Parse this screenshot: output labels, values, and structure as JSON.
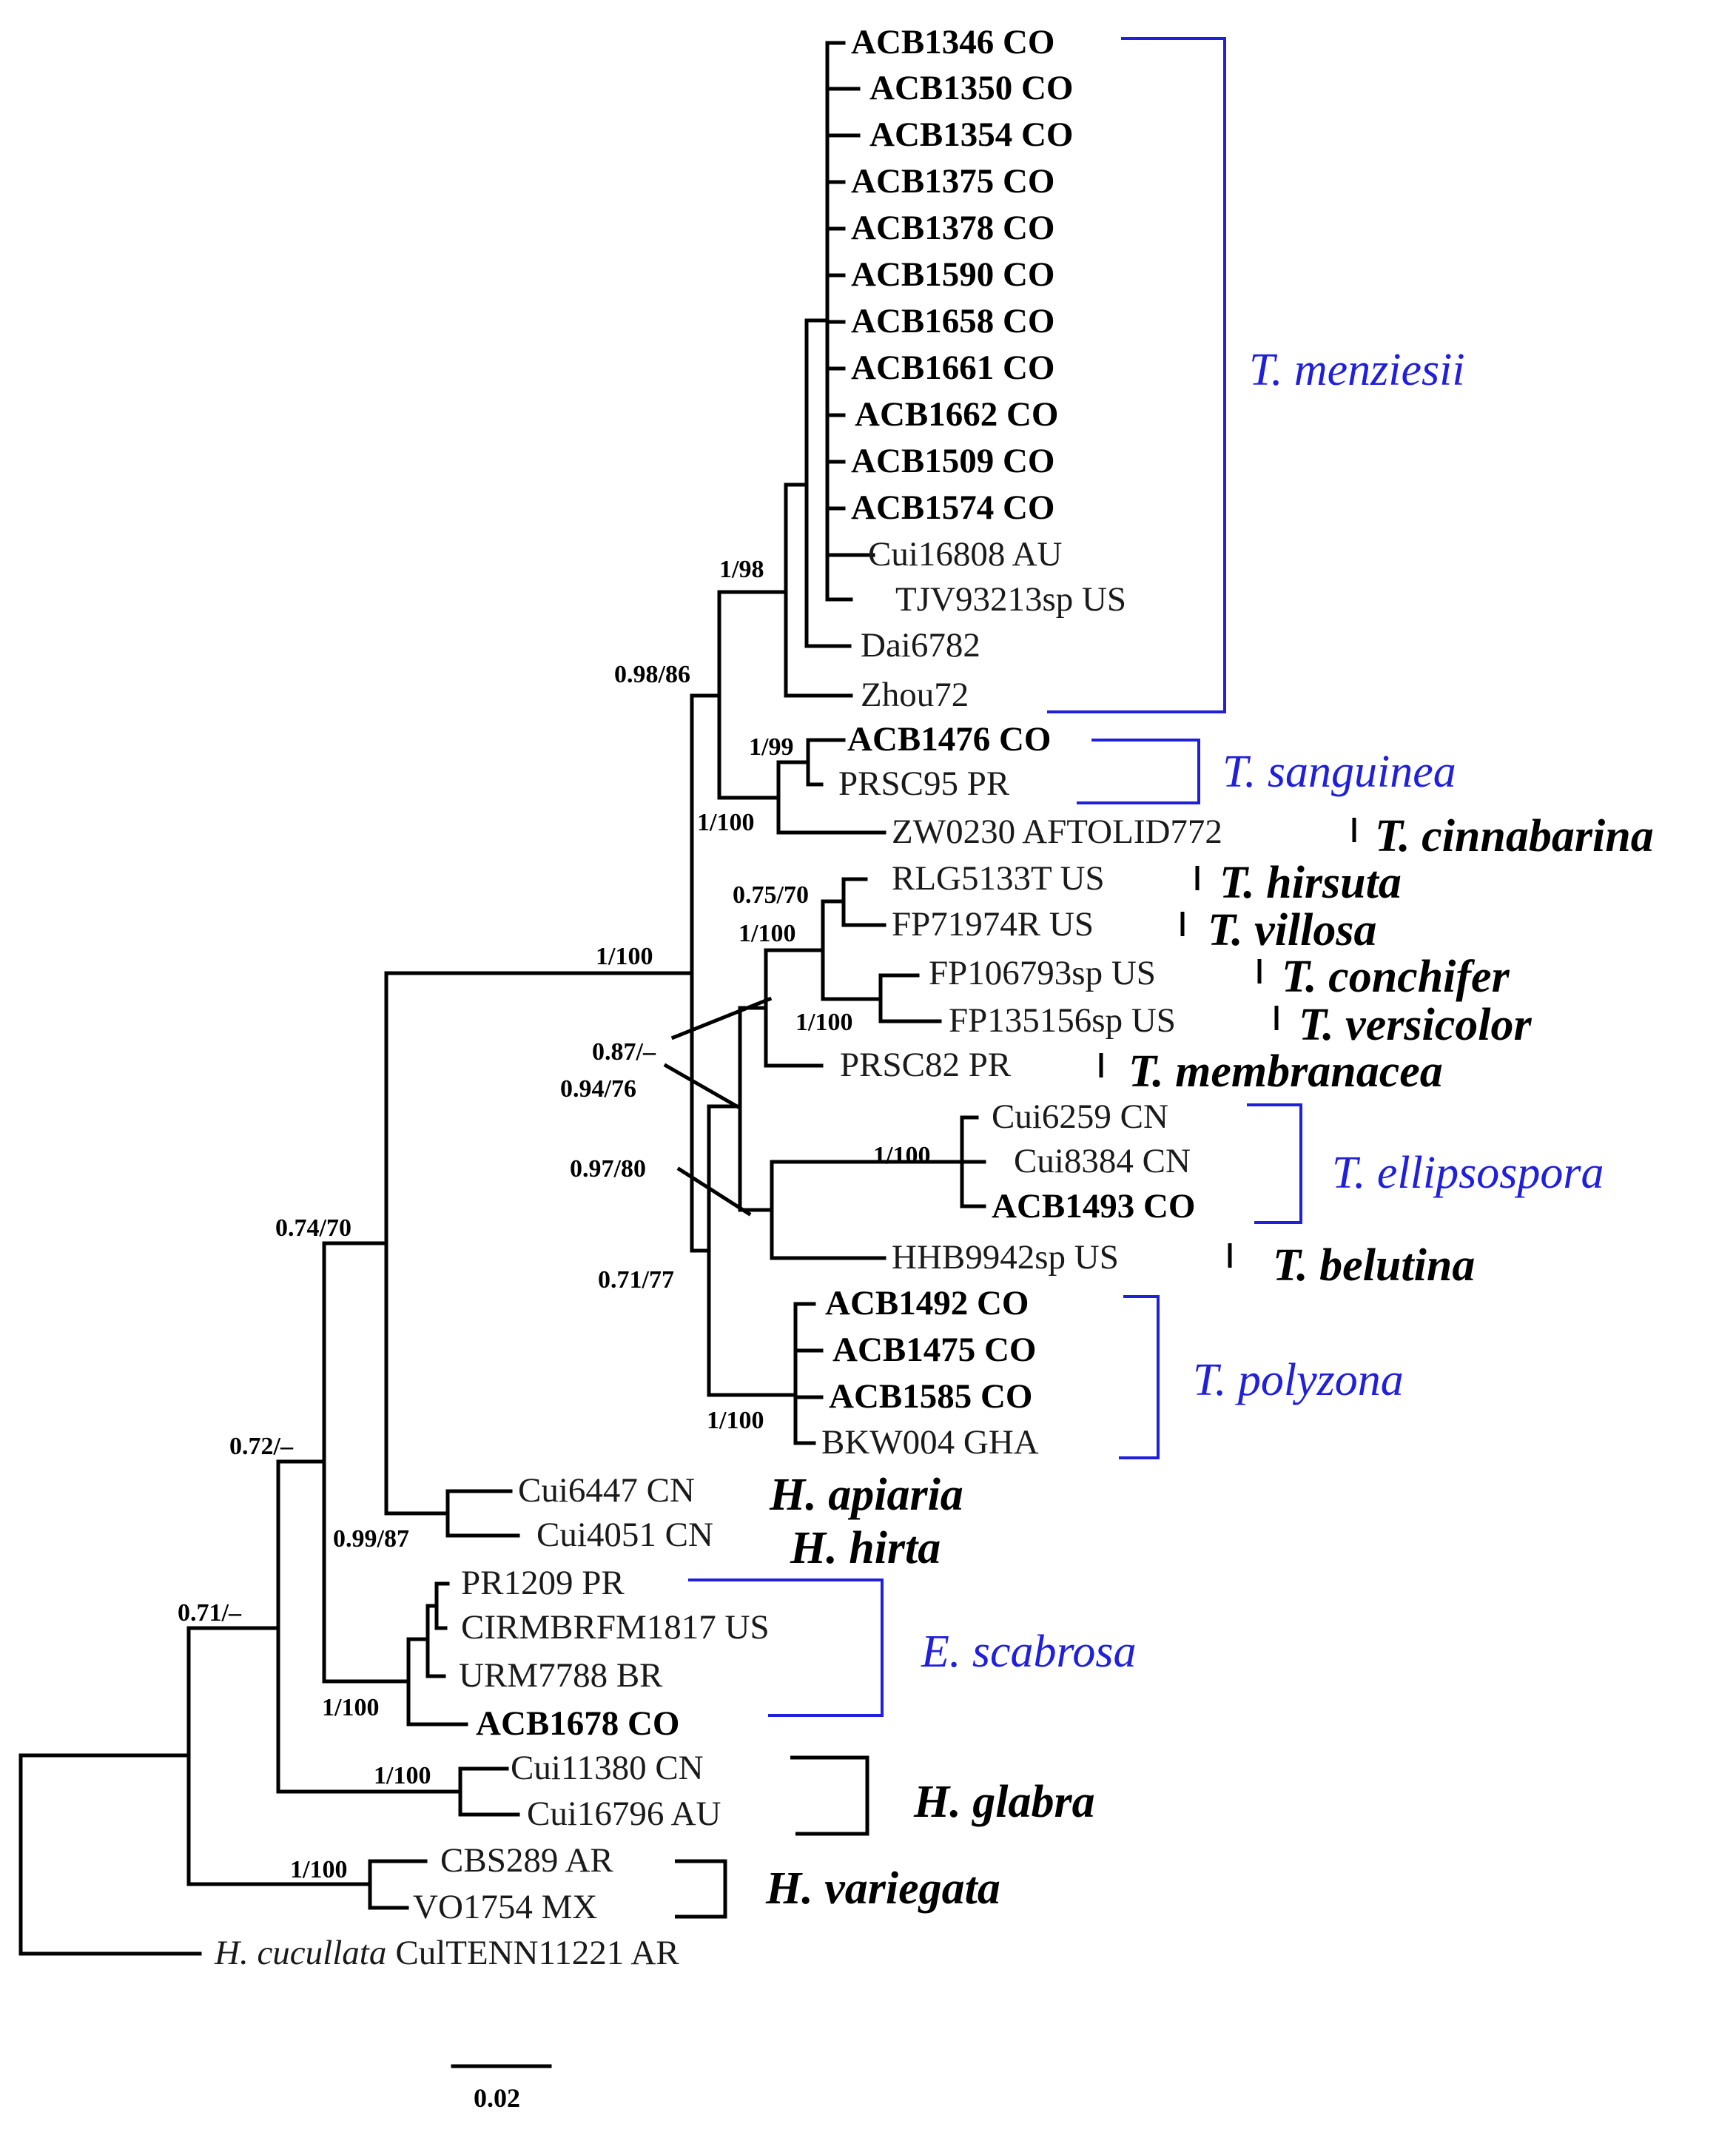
{
  "tips": [
    {
      "id": "t1",
      "text": "ACB1346 CO",
      "bold": true
    },
    {
      "id": "t2",
      "text": "ACB1350 CO",
      "bold": true
    },
    {
      "id": "t3",
      "text": "ACB1354 CO",
      "bold": true
    },
    {
      "id": "t4",
      "text": "ACB1375 CO",
      "bold": true
    },
    {
      "id": "t5",
      "text": "ACB1378 CO",
      "bold": true
    },
    {
      "id": "t6",
      "text": "ACB1590 CO",
      "bold": true
    },
    {
      "id": "t7",
      "text": "ACB1658 CO",
      "bold": true
    },
    {
      "id": "t8",
      "text": "ACB1661 CO",
      "bold": true
    },
    {
      "id": "t9",
      "text": "ACB1662 CO",
      "bold": true
    },
    {
      "id": "t10",
      "text": "ACB1509 CO",
      "bold": true
    },
    {
      "id": "t11",
      "text": "ACB1574 CO",
      "bold": true
    },
    {
      "id": "t12",
      "text": "Cui16808 AU",
      "bold": false
    },
    {
      "id": "t13",
      "text": "TJV93213sp US",
      "bold": false
    },
    {
      "id": "t14",
      "text": "Dai6782",
      "bold": false
    },
    {
      "id": "t15",
      "text": "Zhou72",
      "bold": false
    },
    {
      "id": "t16",
      "text": "ACB1476 CO",
      "bold": true
    },
    {
      "id": "t17",
      "text": "PRSC95 PR",
      "bold": false
    },
    {
      "id": "t18",
      "text": "ZW0230 AFTOLID772",
      "bold": false
    },
    {
      "id": "t19",
      "text": "RLG5133T US",
      "bold": false
    },
    {
      "id": "t20",
      "text": "FP71974R US",
      "bold": false
    },
    {
      "id": "t21",
      "text": "FP106793sp US",
      "bold": false
    },
    {
      "id": "t22",
      "text": "FP135156sp US",
      "bold": false
    },
    {
      "id": "t23",
      "text": "PRSC82 PR",
      "bold": false
    },
    {
      "id": "t24",
      "text": "Cui6259 CN",
      "bold": false
    },
    {
      "id": "t25",
      "text": "Cui8384 CN",
      "bold": false
    },
    {
      "id": "t26",
      "text": "ACB1493 CO",
      "bold": true
    },
    {
      "id": "t27",
      "text": "HHB9942sp US",
      "bold": false
    },
    {
      "id": "t28",
      "text": "ACB1492 CO",
      "bold": true
    },
    {
      "id": "t29",
      "text": "ACB1475 CO",
      "bold": true
    },
    {
      "id": "t30",
      "text": "ACB1585 CO",
      "bold": true
    },
    {
      "id": "t31",
      "text": "BKW004 GHA",
      "bold": false
    },
    {
      "id": "t32",
      "text": "Cui6447 CN",
      "bold": false
    },
    {
      "id": "t33",
      "text": "Cui4051 CN",
      "bold": false
    },
    {
      "id": "t34",
      "text": "PR1209 PR",
      "bold": false
    },
    {
      "id": "t35",
      "text": "CIRMBRFM1817 US",
      "bold": false
    },
    {
      "id": "t36",
      "text": "URM7788 BR",
      "bold": false
    },
    {
      "id": "t37",
      "text": "ACB1678 CO",
      "bold": true
    },
    {
      "id": "t38",
      "text": "Cui11380 CN",
      "bold": false
    },
    {
      "id": "t39",
      "text": "Cui16796 AU",
      "bold": false
    },
    {
      "id": "t40",
      "text": "CBS289 AR",
      "bold": false
    },
    {
      "id": "t41",
      "text": "VO1754 MX",
      "bold": false
    }
  ],
  "outgroup": {
    "species": "H. cucullata",
    "strain": "CulTENN11221 AR"
  },
  "support": [
    {
      "id": "s1",
      "text": "1/98"
    },
    {
      "id": "s2",
      "text": "0.98/86"
    },
    {
      "id": "s3",
      "text": "1/99"
    },
    {
      "id": "s4",
      "text": "1/100"
    },
    {
      "id": "s5",
      "text": "0.75/70"
    },
    {
      "id": "s6",
      "text": "1/100"
    },
    {
      "id": "s7",
      "text": "1/100"
    },
    {
      "id": "s8",
      "text": "1/100"
    },
    {
      "id": "s9",
      "text": "0.87/–"
    },
    {
      "id": "s10",
      "text": "0.94/76"
    },
    {
      "id": "s11",
      "text": "1/100"
    },
    {
      "id": "s12",
      "text": "0.97/80"
    },
    {
      "id": "s13",
      "text": "0.74/70"
    },
    {
      "id": "s14",
      "text": "0.71/77"
    },
    {
      "id": "s15",
      "text": "1/100"
    },
    {
      "id": "s16",
      "text": "0.72/–"
    },
    {
      "id": "s17",
      "text": "0.99/87"
    },
    {
      "id": "s18",
      "text": "0.71/–"
    },
    {
      "id": "s19",
      "text": "1/100"
    },
    {
      "id": "s20",
      "text": "1/100"
    },
    {
      "id": "s21",
      "text": "1/100"
    }
  ],
  "clades": [
    {
      "id": "c1",
      "text": "T. menziesii",
      "color": "#1f1fdc"
    },
    {
      "id": "c2",
      "text": "T. sanguinea",
      "color": "#1f1fdc"
    },
    {
      "id": "c3",
      "text": "T. cinnabarina",
      "color": "#000000"
    },
    {
      "id": "c4",
      "text": "T. hirsuta",
      "color": "#000000"
    },
    {
      "id": "c5",
      "text": "T. villosa",
      "color": "#000000"
    },
    {
      "id": "c6",
      "text": "T. conchifer",
      "color": "#000000"
    },
    {
      "id": "c7",
      "text": "T. versicolor",
      "color": "#000000"
    },
    {
      "id": "c8",
      "text": "T. membranacea",
      "color": "#000000"
    },
    {
      "id": "c9",
      "text": "T. ellipsospora",
      "color": "#1f1fdc"
    },
    {
      "id": "c10",
      "text": "T. belutina",
      "color": "#000000"
    },
    {
      "id": "c11",
      "text": "T. polyzona",
      "color": "#1f1fdc"
    },
    {
      "id": "c12",
      "text": "H. apiaria",
      "color": "#000000"
    },
    {
      "id": "c13",
      "text": "H. hirta",
      "color": "#000000"
    },
    {
      "id": "c14",
      "text": "E. scabrosa",
      "color": "#1f1fdc"
    },
    {
      "id": "c15",
      "text": "H. glabra",
      "color": "#000000"
    },
    {
      "id": "c16",
      "text": "H. variegata",
      "color": "#000000"
    }
  ],
  "scale_bar": {
    "label": "0.02",
    "value": 0.02
  }
}
